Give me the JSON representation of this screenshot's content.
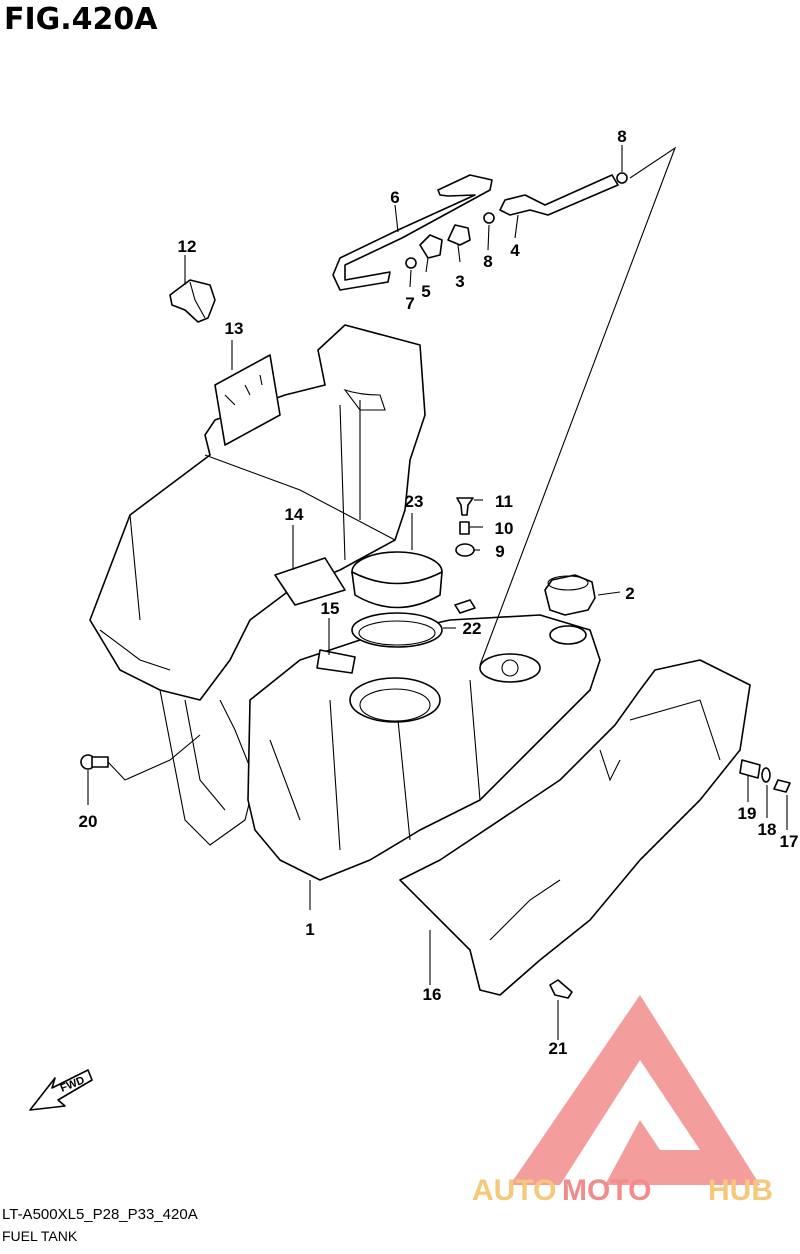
{
  "figure_title": "FIG.420A",
  "drawing_code": "LT-A500XL5_P28_P33_420A",
  "caption": "FUEL TANK",
  "fwd_label": "FWD",
  "watermark": {
    "text_part1": "AUTO",
    "text_part2": "MOTO",
    "text_part3": "HUB",
    "color_main": "#f28c8c",
    "color_accent": "#f5c87a"
  },
  "callouts": [
    "1",
    "2",
    "3",
    "4",
    "5",
    "6",
    "7",
    "8",
    "8",
    "9",
    "10",
    "11",
    "12",
    "13",
    "14",
    "15",
    "16",
    "17",
    "18",
    "19",
    "20",
    "21",
    "22",
    "23"
  ]
}
